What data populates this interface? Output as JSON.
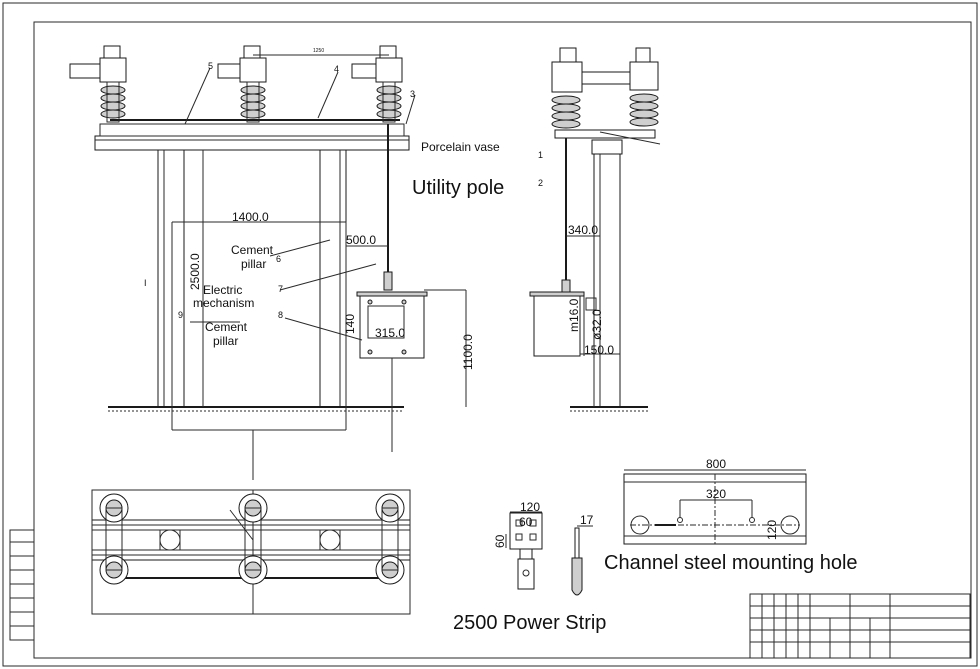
{
  "labels": {
    "porcelain_vase": "Porcelain vase",
    "utility_pole": "Utility pole",
    "cement_pillar_top": "Cement\npillar",
    "electric_mechanism": "Electric\nmechanism",
    "cement_pillar_bottom": "Cement\npillar",
    "channel_steel": "Channel steel mounting hole",
    "power_strip": "2500 Power Strip"
  },
  "dimensions": {
    "d1400": "1400.0",
    "d500": "500.0",
    "d2500": "2500.0",
    "d140": "140",
    "d315": "315.0",
    "d1100": "1100.0",
    "d340": "340.0",
    "dm16": "m16.0",
    "dphi32": "ø32.0",
    "d150": "150.0",
    "d800": "800",
    "d320": "320",
    "d120h": "120",
    "d120": "120",
    "d60": "60",
    "d60v": "60",
    "d17": "17",
    "d1250": "1250"
  },
  "callouts": [
    "1",
    "2",
    "3",
    "4",
    "5",
    "6",
    "7",
    "8",
    "9",
    "I"
  ]
}
